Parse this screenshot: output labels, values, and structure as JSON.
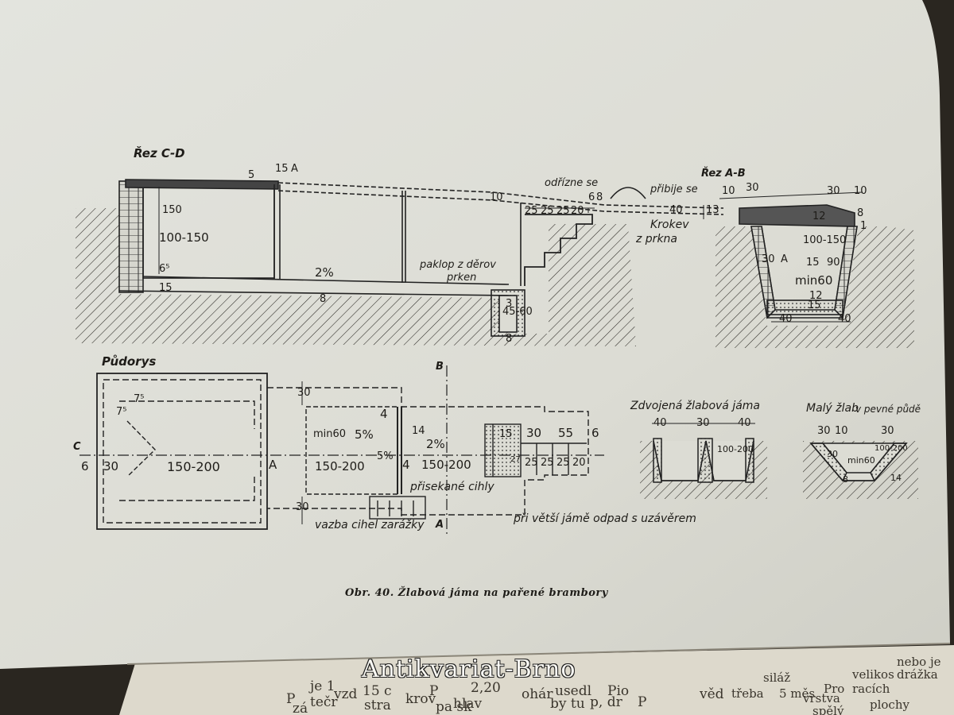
{
  "figure": {
    "caption": "Obr. 40. Žlabová jáma na pařené brambory",
    "section_cd": {
      "title": "Řez C-D",
      "notes": [
        "paklop z děrov",
        "prken",
        "odřízne se",
        "přibije se",
        "Krokev",
        "z prkna"
      ],
      "dims": [
        "15",
        "A",
        "5",
        "150",
        "100-150",
        "6⁵",
        "15",
        "2%",
        "8",
        "25",
        "25",
        "25",
        "20",
        "10",
        "6",
        "8",
        "40",
        "13",
        "3",
        "45-60",
        "8"
      ]
    },
    "section_ab": {
      "title": "Řez A-B",
      "dims": [
        "10",
        "30",
        "30",
        "10",
        "8",
        "12",
        "1",
        "100-150",
        "30",
        "A",
        "15",
        "90",
        "min60",
        "12",
        "40",
        "40",
        "15"
      ]
    },
    "plan": {
      "title": "Půdorys",
      "marks": [
        "B",
        "C",
        "A",
        "A"
      ],
      "dims": [
        "7⁵",
        "7⁵",
        "30",
        "6",
        "30",
        "150-200",
        "min60",
        "5%",
        "150-200",
        "5%",
        "4",
        "4",
        "14",
        "2%",
        "150-200",
        "15",
        "30",
        "55",
        "6",
        "25",
        "25",
        "25",
        "20",
        "27",
        "30"
      ],
      "notes": [
        "přisekané cihly",
        "vazba cihel zarážky",
        "při větší jámě odpad s uzávěrem"
      ]
    },
    "double_pit": {
      "title": "Zdvojená žlabová jáma",
      "dims": [
        "40",
        "30",
        "40",
        "100-200"
      ]
    },
    "small_trough": {
      "title": "Malý žlab",
      "subtitle": "v pevné půdě",
      "dims": [
        "30",
        "10",
        "30",
        "30",
        "min60",
        "8",
        "14",
        "100-200"
      ]
    }
  },
  "watermark": "Antikvariat-Brno",
  "facing_page_fragments": [
    "P",
    "je 1",
    "tečr",
    "zá",
    "vzd",
    "15 c",
    "stra",
    "krov",
    "2,20",
    "hlav",
    "pa sk",
    "ohár",
    "usedl",
    "by tu",
    "P",
    "Pio",
    "p, dr",
    "P",
    "věd",
    "nebo je",
    "drážka",
    "velikos",
    "racích",
    "Pro",
    "vrstva",
    "spělý",
    "5 měs",
    "siláž",
    "třeba",
    "plochy"
  ],
  "colors": {
    "paper": "#dedfd8",
    "ink": "#1e1c18",
    "shadow": "#2a2620"
  }
}
